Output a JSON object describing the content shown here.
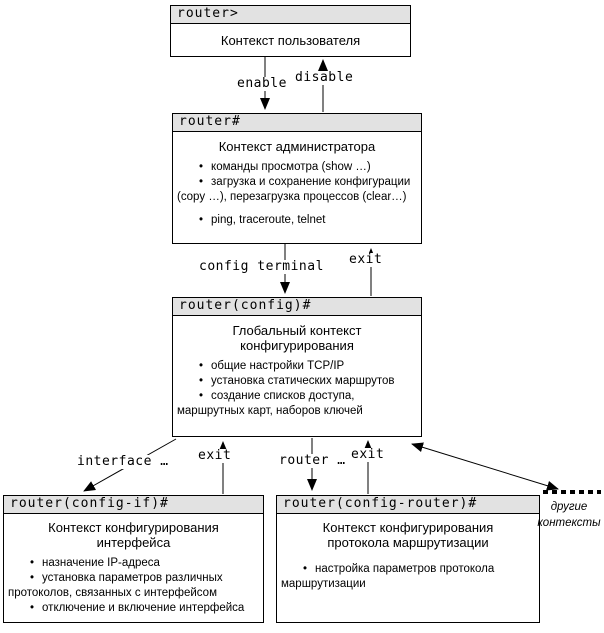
{
  "colors": {
    "header_bg": "#e2e2e2",
    "border": "#000000",
    "page_bg": "#ffffff"
  },
  "boxes": {
    "user": {
      "prompt": "router>",
      "title": "Контекст пользователя",
      "bullets": []
    },
    "admin": {
      "prompt": "router#",
      "title": "Контекст администратора",
      "bullets": [
        "команды просмотра (show …)",
        "загрузка и сохранение конфигурации (copy …), перезагрузка процессов (clear…)",
        "ping, traceroute, telnet"
      ]
    },
    "global": {
      "prompt": "router(config)#",
      "title": "Глобальный контекст конфигурирования",
      "bullets": [
        "общие настройки TCP/IP",
        "установка статических маршрутов",
        "создание списков доступа, маршрутных карт, наборов ключей"
      ]
    },
    "iface": {
      "prompt": "router(config-if)#",
      "title": "Контекст конфигурирования интерфейса",
      "bullets": [
        "назначение IP-адреса",
        "установка параметров различных протоколов, связанных с интерфейсом",
        "отключение и включение интерфейса"
      ]
    },
    "routing": {
      "prompt": "router(config-router)#",
      "title": "Контекст конфигурирования протокола маршрутизации",
      "bullets": [
        "настройка параметров протокола маршрутизации"
      ]
    }
  },
  "labels": {
    "enable": "enable",
    "disable": "disable",
    "config_terminal": "config terminal",
    "exit_to_admin": "exit",
    "interface": "interface …",
    "exit_from_iface": "exit",
    "router": "router …",
    "exit_from_routing": "exit",
    "other_contexts": "другие контексты"
  }
}
